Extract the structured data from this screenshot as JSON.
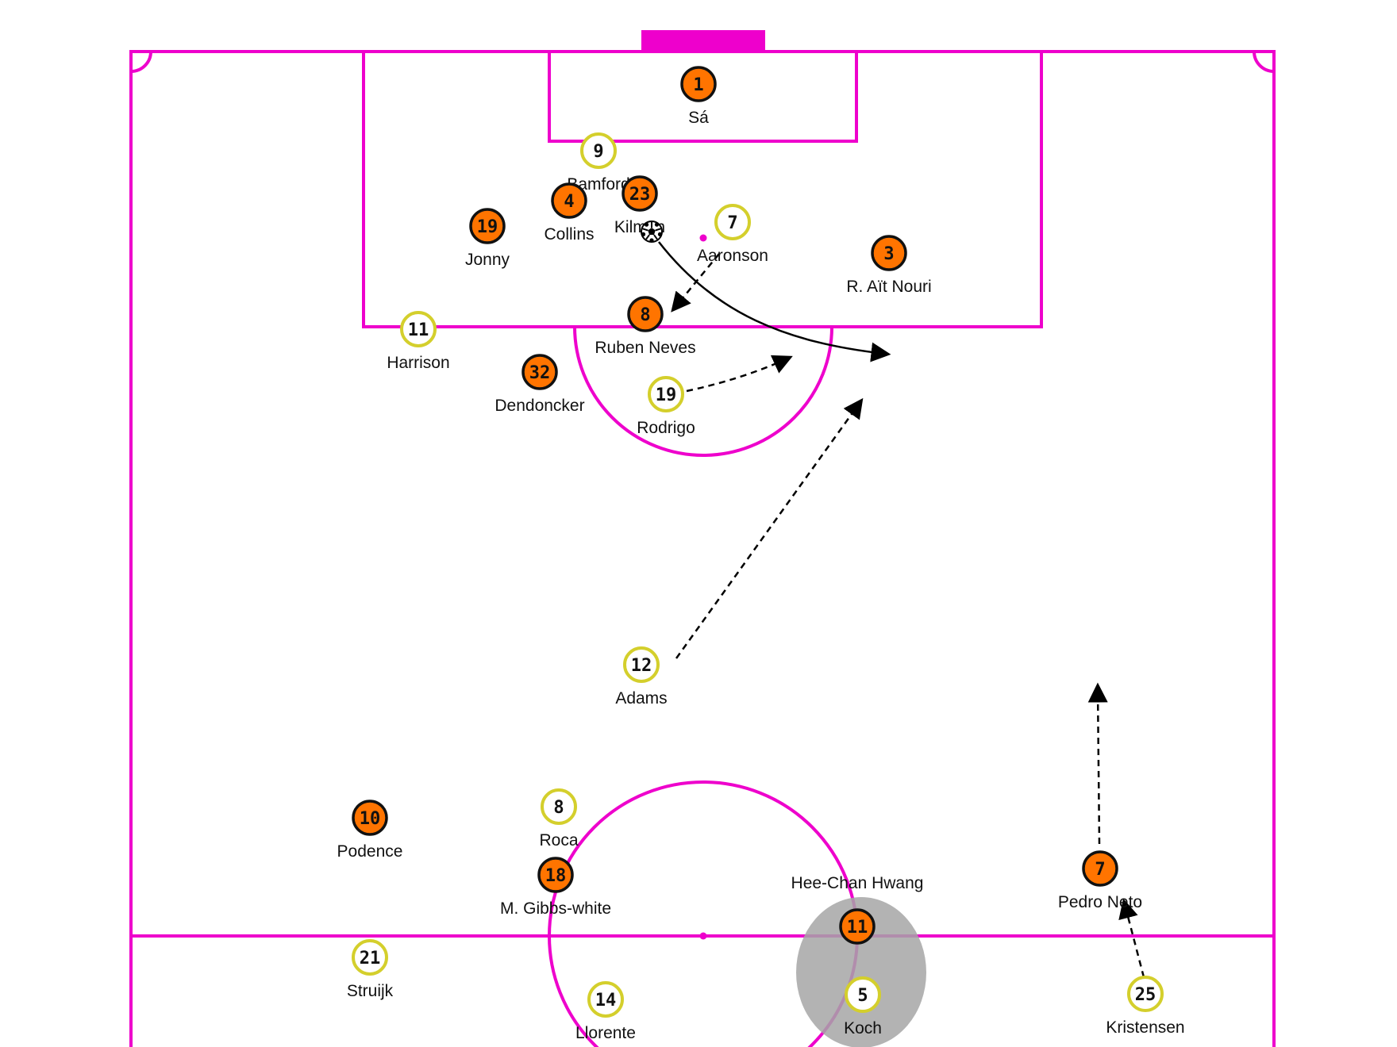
{
  "pitch": {
    "line_color": "#ee00cc",
    "background": "#ffffff"
  },
  "teams": {
    "home": {
      "fill": "#ff7400",
      "stroke": "#111111",
      "number_color": "#111111"
    },
    "away": {
      "fill": "#ffffff",
      "stroke": "#d4cf2c",
      "number_color": "#111111"
    }
  },
  "players": [
    {
      "id": "sa",
      "team": "home",
      "number": "1",
      "name": "Sá"
    },
    {
      "id": "bamford",
      "team": "away",
      "number": "9",
      "name": "Bamford"
    },
    {
      "id": "collins",
      "team": "home",
      "number": "4",
      "name": "Collins"
    },
    {
      "id": "kilman",
      "team": "home",
      "number": "23",
      "name": "Kilman"
    },
    {
      "id": "jonny",
      "team": "home",
      "number": "19",
      "name": "Jonny"
    },
    {
      "id": "aaronson",
      "team": "away",
      "number": "7",
      "name": "Aaronson"
    },
    {
      "id": "ait-nouri",
      "team": "home",
      "number": "3",
      "name": "R. Aït Nouri"
    },
    {
      "id": "harrison",
      "team": "away",
      "number": "11",
      "name": "Harrison"
    },
    {
      "id": "neves",
      "team": "home",
      "number": "8",
      "name": "Ruben Neves"
    },
    {
      "id": "dendoncker",
      "team": "home",
      "number": "32",
      "name": "Dendoncker"
    },
    {
      "id": "rodrigo",
      "team": "away",
      "number": "19",
      "name": "Rodrigo"
    },
    {
      "id": "adams",
      "team": "away",
      "number": "12",
      "name": "Adams"
    },
    {
      "id": "podence",
      "team": "home",
      "number": "10",
      "name": "Podence"
    },
    {
      "id": "roca",
      "team": "away",
      "number": "8",
      "name": "Roca"
    },
    {
      "id": "gibbs",
      "team": "home",
      "number": "18",
      "name": "M. Gibbs-white"
    },
    {
      "id": "hwang",
      "team": "home",
      "number": "11",
      "name": "Hee-Chan Hwang"
    },
    {
      "id": "neto",
      "team": "home",
      "number": "7",
      "name": "Pedro Neto"
    },
    {
      "id": "struijk",
      "team": "away",
      "number": "21",
      "name": "Struijk"
    },
    {
      "id": "llorente",
      "team": "away",
      "number": "14",
      "name": "Llorente"
    },
    {
      "id": "koch",
      "team": "away",
      "number": "5",
      "name": "Koch"
    },
    {
      "id": "kristensen",
      "team": "away",
      "number": "25",
      "name": "Kristensen"
    }
  ],
  "ball": {
    "icon": "soccer-ball-icon"
  },
  "highlight": {
    "color": "#a6a6a6"
  },
  "arrows": [
    {
      "id": "aaronson-run",
      "style": "dashed"
    },
    {
      "id": "rodrigo-run",
      "style": "dashed"
    },
    {
      "id": "adams-run",
      "style": "dashed"
    },
    {
      "id": "neto-run",
      "style": "dashed"
    },
    {
      "id": "kristensen-run",
      "style": "dashed"
    },
    {
      "id": "ball-path",
      "style": "solid"
    }
  ]
}
